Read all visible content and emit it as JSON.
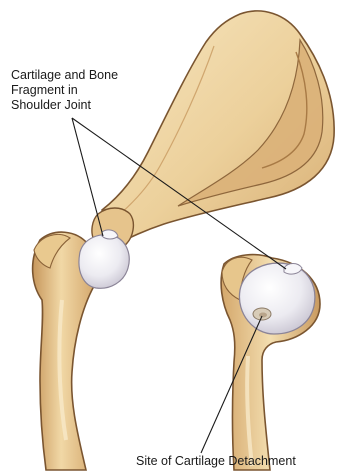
{
  "labels": {
    "top_lines": [
      "Cartilage and Bone",
      "Fragment in",
      "Shoulder Joint"
    ],
    "bottom": "Site of Cartilage Detachment"
  },
  "colors": {
    "bone_fill": "#efd7a6",
    "bone_shade": "#cfa46a",
    "bone_dark": "#b98a52",
    "bone_highlight": "#f9ecd0",
    "cartilage": "#efeef3",
    "cartilage_shade": "#cfcbd6",
    "outline": "#7a5530",
    "leader_line": "#1a1a1a"
  }
}
